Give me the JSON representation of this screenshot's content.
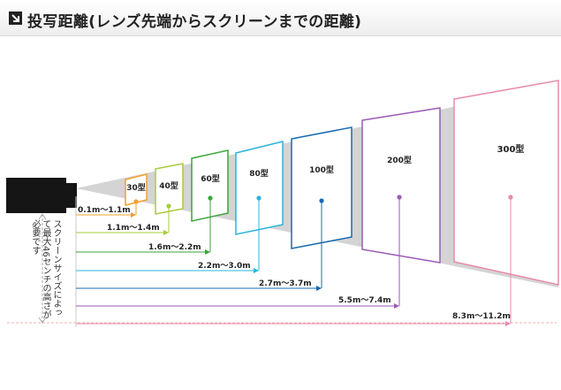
{
  "header": {
    "title": "投写距離(レンズ先端からスクリーンまでの距離)"
  },
  "note": "スクリーンサイズによって最大46センチの高さが必要です",
  "screens": [
    {
      "size": "30型",
      "distance": "0.1m〜1.1m",
      "color": "#f0a030"
    },
    {
      "size": "40型",
      "distance": "1.1m〜1.4m",
      "color": "#a8cc3a"
    },
    {
      "size": "60型",
      "distance": "1.6m〜2.2m",
      "color": "#3aa53a"
    },
    {
      "size": "80型",
      "distance": "2.2m〜3.0m",
      "color": "#2ab4dc"
    },
    {
      "size": "100型",
      "distance": "2.7m〜3.7m",
      "color": "#1a6ab0"
    },
    {
      "size": "200型",
      "distance": "5.5m〜7.4m",
      "color": "#9a5ab8"
    },
    {
      "size": "300型",
      "distance": "8.3m〜11.2m",
      "color": "#e88aaa"
    }
  ]
}
